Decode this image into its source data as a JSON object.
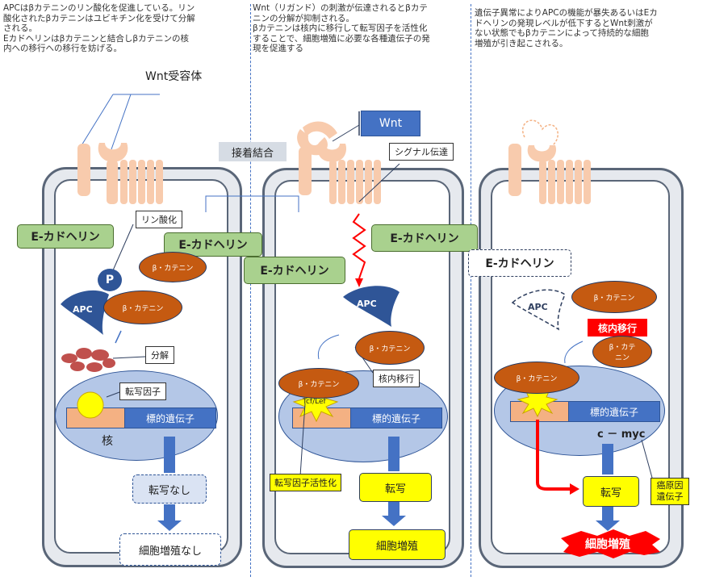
{
  "descriptions": {
    "left": "APCはβカテニンのリン酸化を促進している。リン\n酸化されたβカテニンはユビキチン化を受けて分解\nされる。\nEカドヘリンはβカテニンと結合しβカテニンの核\n内への移行への移行を妨げる。",
    "middle": "Wnt（リガンド）の刺激が伝達されるとβカテ\nニンの分解が抑制される。\nβカテニンは核内に移行して転写因子を活性化\nすることで、細胞増殖に必要な各種遺伝子の発\n現を促進する",
    "right": "遺伝子異常によりAPCの機能が暴失あるいはEカ\nドヘリンの発現レベルが低下するとWnt刺激が\nない状態でもβカテニンによって持続的な細胞\n増殖が引き起こされる。"
  },
  "labels": {
    "wnt_receptor": "Wnt受容体",
    "wnt": "Wnt",
    "adhesion": "接着結合",
    "signal": "シグナル伝達",
    "phosphorylation": "リン酸化",
    "degradation": "分解",
    "transcription_factor": "転写因子",
    "nucleus": "核",
    "nuclear_translocation": "核内移行",
    "tcf_activation": "転写因子活性化",
    "tcf_lef": "Tcf/Lef",
    "nuclear_translocation_red": "核内移行",
    "oncogene": "癌原因\n遺伝子",
    "cmyc": "c － myc"
  },
  "ecadherin": "E-カドヘリン",
  "p_label": "P",
  "apc": "APC",
  "beta_catenin": "β・カテニン",
  "beta_catenin_wrap": "β・カテ\nニン",
  "target_gene": "標的遺伝子",
  "outcomes": {
    "no_transcription": "転写なし",
    "no_proliferation": "細胞増殖なし",
    "transcription": "転写",
    "proliferation": "細胞増殖",
    "transcription_right": "転写",
    "proliferation_right": "細胞増殖"
  },
  "colors": {
    "receptor": "#f8cbad",
    "ecadherin_fill": "#a9d18e",
    "beta_catenin": "#c55a11",
    "apc": "#2f5597",
    "nucleus": "#b4c7e7",
    "gene": "#4472c4",
    "highlight": "#ffff00",
    "alert": "#ff0000"
  }
}
